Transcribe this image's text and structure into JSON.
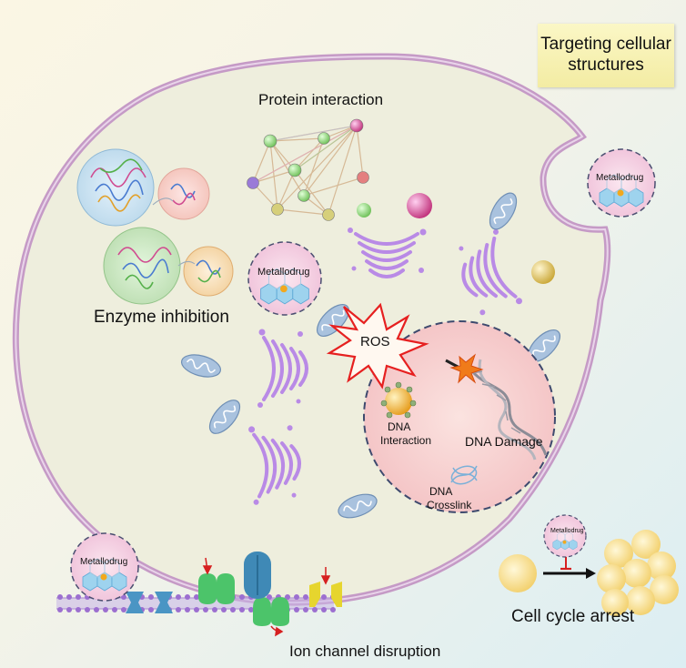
{
  "title": {
    "line1": "Targeting cellular",
    "line2": "structures"
  },
  "labels": {
    "protein_interaction": "Protein interaction",
    "enzyme_inhibition": "Enzyme inhibition",
    "ros": "ROS",
    "dna_interaction_1": "DNA",
    "dna_interaction_2": "Interaction",
    "dna_damage": "DNA Damage",
    "dna_crosslink_1": "DNA",
    "dna_crosslink_2": "Crosslink",
    "cell_cycle_arrest": "Cell cycle arrest",
    "ion_channel_disruption": "Ion channel disruption"
  },
  "metallodrug_label": "Metallodrug",
  "colors": {
    "cell_membrane": "#cfa1cf",
    "cytoplasm": "#eeeedd",
    "golgi": "#b98ae6",
    "mitochondria": "#9ab6d6",
    "nucleus": "#f6cece",
    "ros": "#e62020",
    "metallodrug_bg": "#f6d4e6",
    "hexagon": "#78bde0",
    "cell_yellow": "#f6d77a"
  },
  "icons": [
    "protein-network-icon",
    "enzyme-icon",
    "golgi-icon",
    "mitochondria-icon",
    "dna-helix-icon",
    "ion-channel-icon",
    "arrow-icon",
    "inhibition-icon"
  ]
}
